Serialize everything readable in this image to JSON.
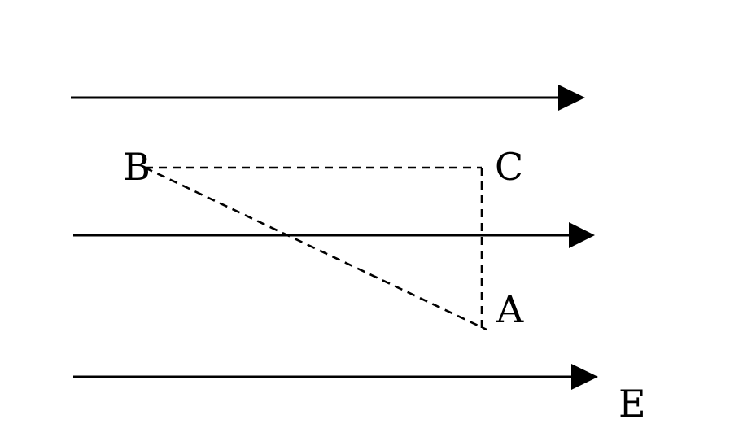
{
  "labels": {
    "point_b": "B",
    "point_c": "C",
    "point_a": "A",
    "field": "E"
  },
  "colors": {
    "ink": "#000000",
    "background": "#ffffff"
  },
  "field_line_count": 3
}
